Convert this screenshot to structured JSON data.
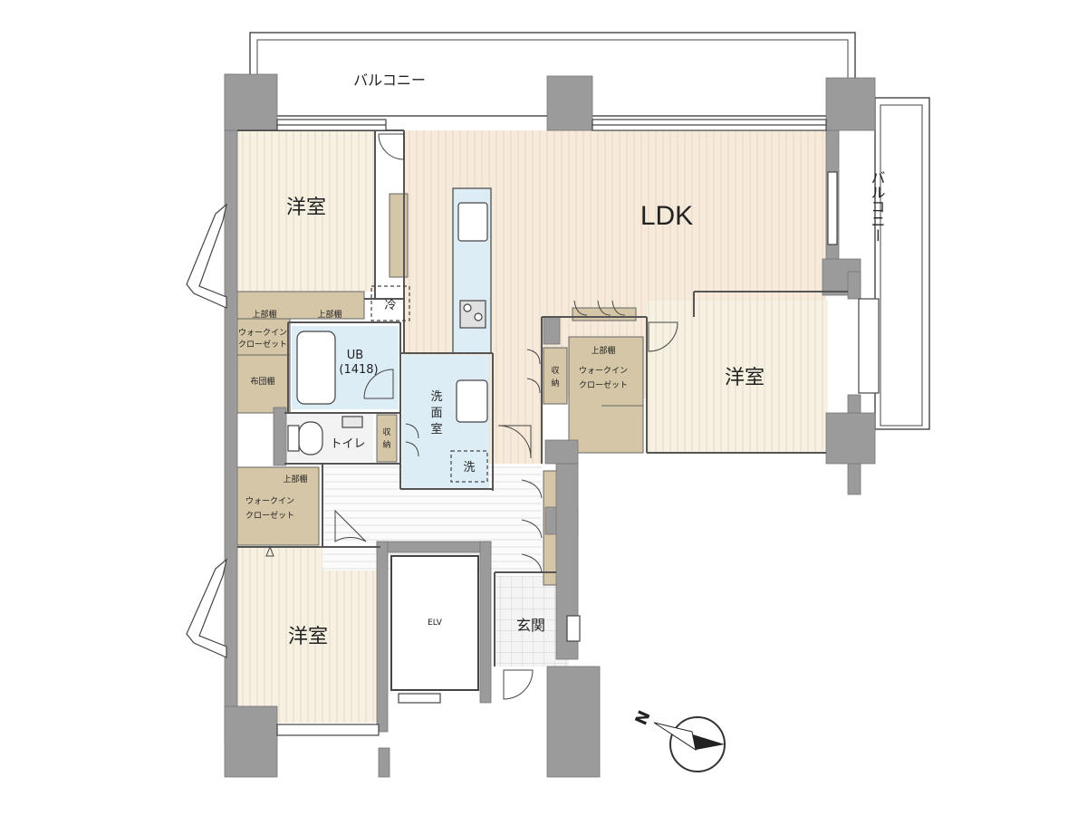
{
  "labels": {
    "balcony_top": "バルコニー",
    "balcony_right": "バルコニー",
    "ldk": "LDK",
    "room_nw": "洋室",
    "room_e": "洋室",
    "room_sw": "洋室",
    "fridge": "冷",
    "washer": "洗",
    "wardrobe_upper": "上部棚",
    "wardrobe_upper_2": "上部棚",
    "wardrobe_upper_3": "上部棚",
    "wardrobe_upper_4": "上部棚",
    "walkin_1": "ウォークイン",
    "closet_1": "クローゼット",
    "futon": "布団棚",
    "ub": "UB",
    "ub_size": "(1418)",
    "washroom": [
      "洗",
      "面",
      "室"
    ],
    "toilet": "トイレ",
    "storage_1": [
      "収",
      "納"
    ],
    "storage_2": [
      "収",
      "納"
    ],
    "walkin_2": "ウォークイン",
    "closet_2": "クローゼット",
    "walkin_3": "ウォークイン",
    "closet_3": "クローゼット",
    "elv": "ELV",
    "entrance": "玄関",
    "north": "N"
  },
  "colors": {
    "wall": "#9b9b9b",
    "ldk_floor": "#f6ebdc",
    "room_floor": "#f6f1e2",
    "wet_floor": "#dcedf6",
    "closet": "#d4c6a6",
    "line": "#444444"
  }
}
